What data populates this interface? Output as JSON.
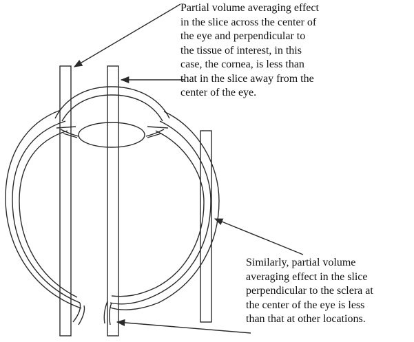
{
  "annotations": {
    "top": [
      "Partial volume averaging effect",
      "in the slice across the center of",
      "the eye and perpendicular to",
      "the tissue of interest, in this",
      "case, the cornea, is less than",
      "that in the slice away from the",
      "center of the eye."
    ],
    "bottom": [
      "Similarly, partial volume",
      "averaging effect in the slice",
      "perpendicular to the sclera at",
      "the center of the eye is less",
      "than that at other locations."
    ]
  },
  "colors": {
    "stroke": "#2a2a2a",
    "text": "#111111",
    "background": "#ffffff"
  }
}
